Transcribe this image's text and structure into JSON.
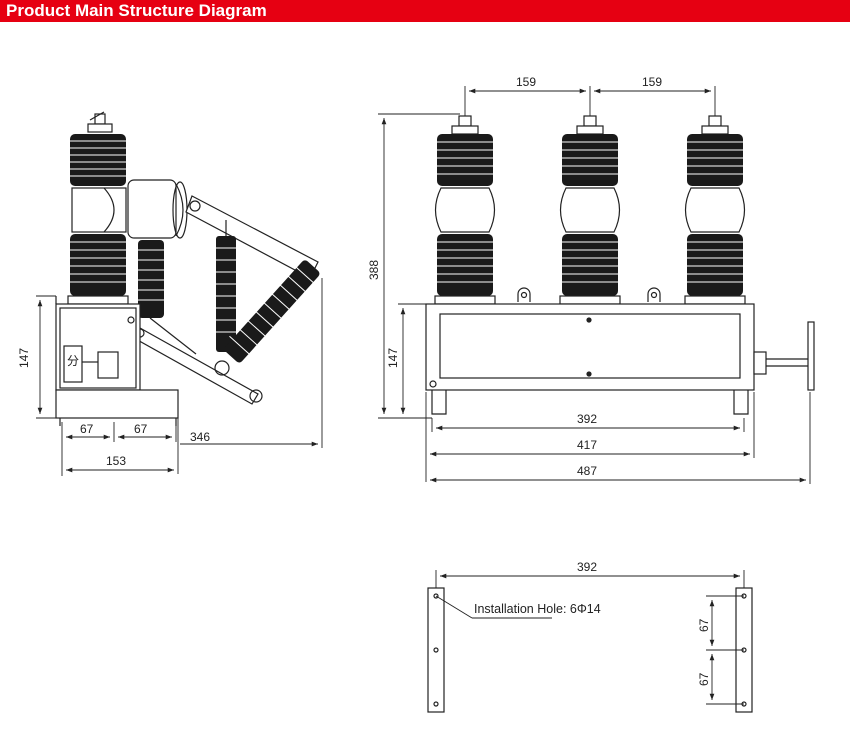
{
  "header": {
    "title": "Product Main Structure Diagram",
    "color": "#e60012"
  },
  "side_view": {
    "dims": {
      "height_147": "147",
      "w_67_a": "67",
      "w_67_b": "67",
      "w_346": "346",
      "w_153": "153"
    },
    "label_char": "分"
  },
  "front_view": {
    "dims": {
      "pitch_1": "159",
      "pitch_2": "159",
      "height_388": "388",
      "height_147": "147",
      "w_392": "392",
      "w_417": "417",
      "w_487": "487"
    }
  },
  "install_view": {
    "dims": {
      "w_392": "392",
      "hole_67_a": "67",
      "hole_67_b": "67"
    },
    "note": "Installation Hole: 6Φ14"
  },
  "colors": {
    "line": "#222222",
    "insulator": "#1a1a1a"
  }
}
